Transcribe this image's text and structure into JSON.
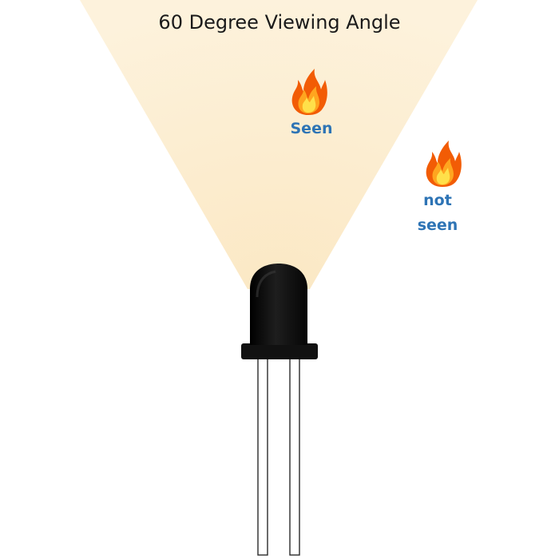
{
  "title": "60 Degree Viewing Angle",
  "labels": {
    "seen": "Seen",
    "not_seen_line1": "not",
    "not_seen_line2": "seen"
  },
  "colors": {
    "cone_fill": "#fdf0d6",
    "label_blue": "#2e74b5",
    "sensor_body": "#141414",
    "flame_outer": "#f25c05",
    "flame_inner": "#ffd23f"
  },
  "icons": {
    "flame": "fire-icon"
  }
}
